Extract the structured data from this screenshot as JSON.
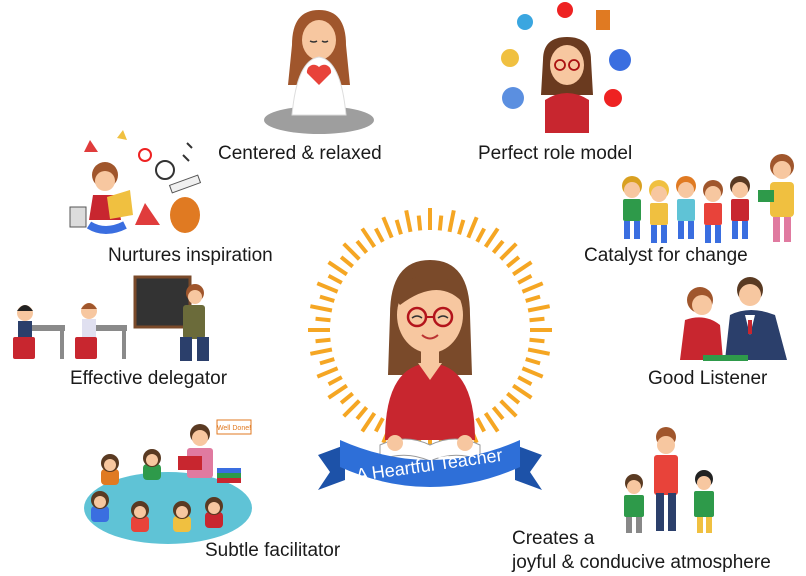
{
  "center": {
    "ribbon_text": "A Heartful Teacher"
  },
  "traits": {
    "centered": "Centered & relaxed",
    "role_model": "Perfect role model",
    "inspiration": "Nurtures inspiration",
    "catalyst": "Catalyst for change",
    "delegator": "Effective delegator",
    "listener": "Good Listener",
    "facilitator": "Subtle facilitator",
    "atmosphere_line1": "Creates a",
    "atmosphere_line2": "joyful & conducive atmosphere"
  },
  "facilitator_sign": "Well Done!",
  "colors": {
    "ray": "#f5a623",
    "ribbon": "#2e6fd8",
    "shirt": "#c8262f",
    "hair": "#7a4a2a",
    "mat": "#5fc3d6"
  }
}
